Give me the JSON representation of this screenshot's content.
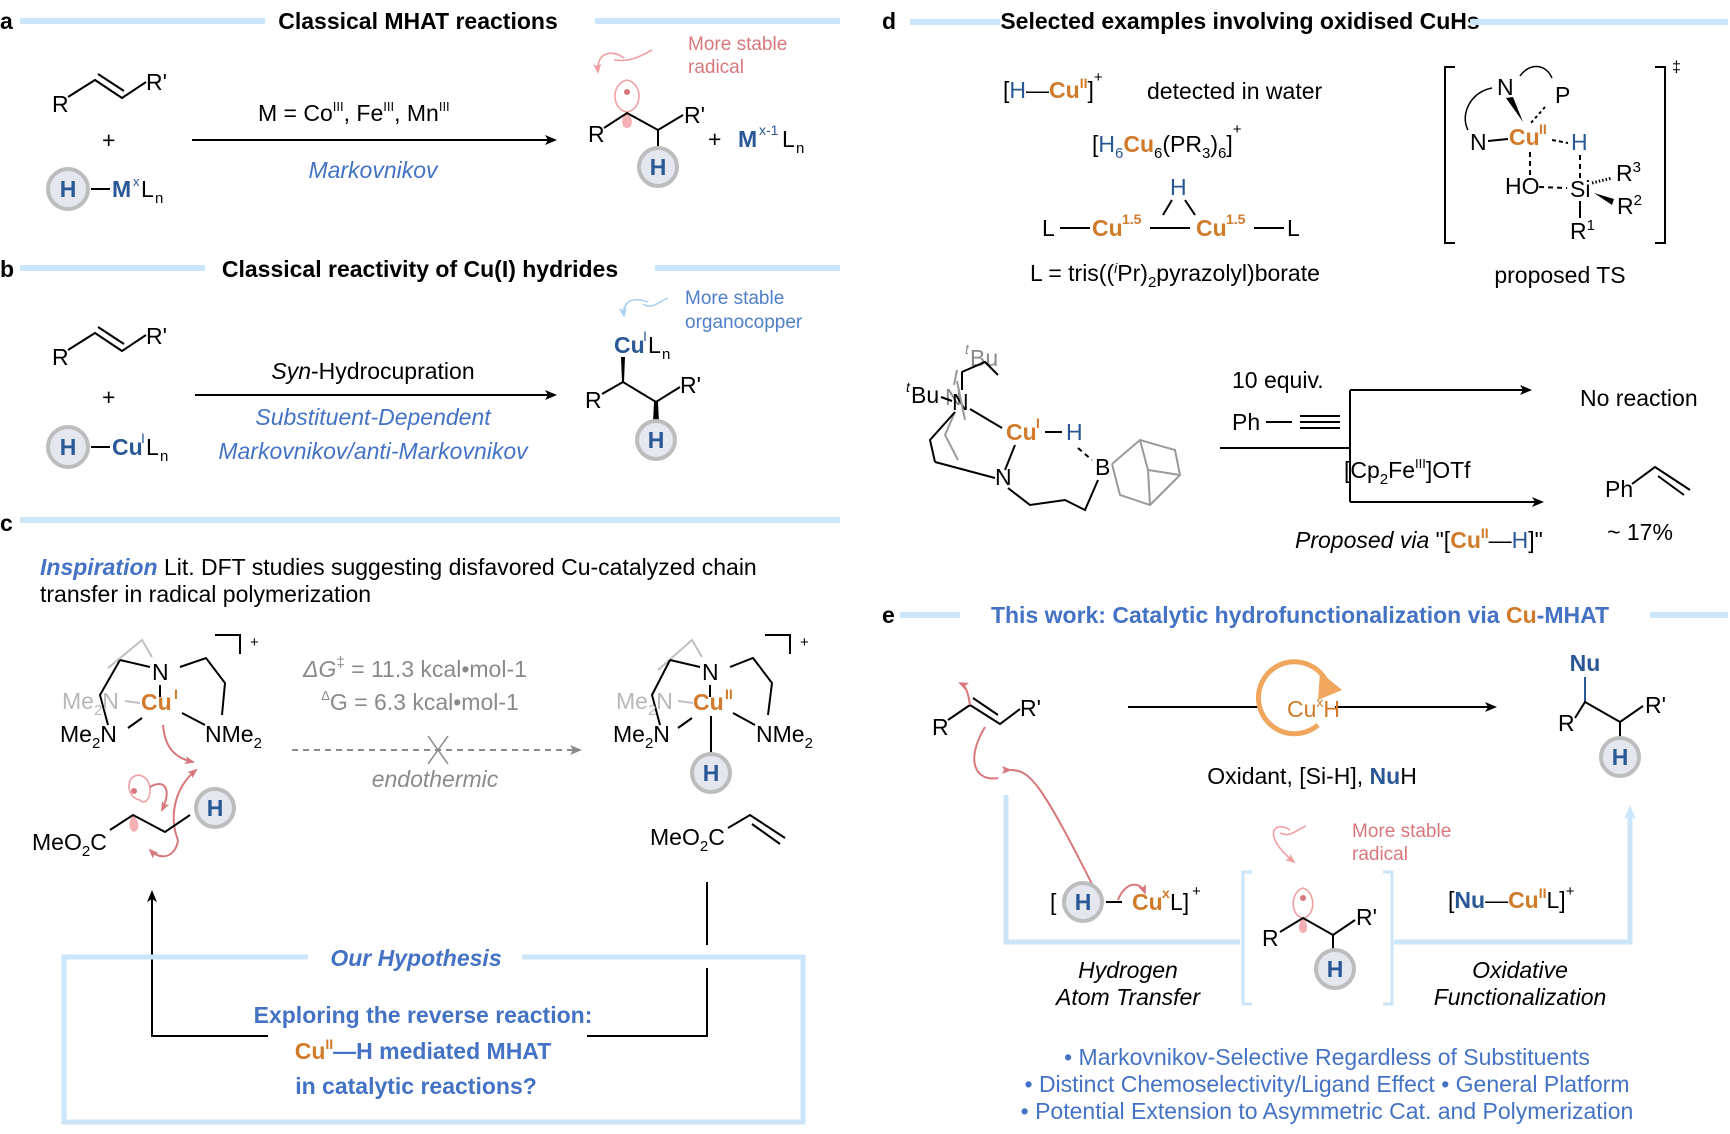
{
  "colors": {
    "rule": "#cbe5fa",
    "blue_text": "#4472c4",
    "dark_blue": "#2a5896",
    "copper": "#d07a2a",
    "radical_red": "#d8787d",
    "hydrogen_fill": "#e4e8ee",
    "hydrogen_stroke": "#bdbdbd"
  },
  "panel_a": {
    "letter": "a",
    "title": "Classical MHAT reactions",
    "reactant_R": "R",
    "reactant_Rp": "R'",
    "plus": "+",
    "H": "H",
    "metal_hydride": {
      "M": "M",
      "ox": "x",
      "L": "L",
      "n": "n"
    },
    "arrow_top": {
      "prefix": "M = Co",
      "co_ox": "III",
      "fe": ", Fe",
      "fe_ox": "III",
      "mn": ", Mn",
      "mn_ox": "III"
    },
    "arrow_bottom": "Markovnikov",
    "note_line1": "More stable",
    "note_line2": "radical",
    "product_R": "R",
    "product_Rp": "R'",
    "byproduct": {
      "plus": "+",
      "M": "M",
      "ox": "x-1",
      "L": "L",
      "n": "n"
    }
  },
  "panel_b": {
    "letter": "b",
    "title": "Classical reactivity of Cu(I) hydrides",
    "reactant_R": "R",
    "reactant_Rp": "R'",
    "plus": "+",
    "H": "H",
    "cu_hydride": {
      "Cu": "Cu",
      "ox": "I",
      "L": "L",
      "n": "n"
    },
    "arrow_top_italic": "Syn",
    "arrow_top_rest": "-Hydrocupration",
    "arrow_bottom1": "Substituent-Dependent",
    "arrow_bottom2": "Markovnikov/anti-Markovnikov",
    "note_line1": "More stable",
    "note_line2": "organocopper",
    "product_cu": {
      "Cu": "Cu",
      "ox": "I",
      "L": "L",
      "n": "n"
    },
    "product_R": "R",
    "product_Rp": "R'"
  },
  "panel_c": {
    "letter": "c",
    "inspiration_label": "Inspiration",
    "inspiration_text1": " Lit. DFT studies suggesting disfavored Cu-catalyzed chain",
    "inspiration_text2": "transfer in radical polymerization",
    "left_complex": {
      "N": "N",
      "Cu": "Cu",
      "ox": "I",
      "NMe2_left": "Me",
      "NMe2_right": "NMe",
      "back": "Me",
      "charge": "+"
    },
    "right_complex": {
      "N": "N",
      "Cu": "Cu",
      "ox": "II",
      "charge": "+"
    },
    "dG_ts": "ΔG",
    "dG_ts_sup": "‡",
    "dG_ts_value": " = 11.3 kcal•mol-1",
    "dG_value": "G = 6.3 kcal•mol-1",
    "dG_sup": "Δ",
    "endothermic": "endothermic",
    "ester_left": "MeO",
    "ester_right": "MeO",
    "H": "H",
    "hypothesis_title": "Our Hypothesis",
    "hypothesis_line1": "Exploring the reverse reaction:",
    "hypothesis_cu": "Cu",
    "hypothesis_ox": "II",
    "hypothesis_line2_rest": "—H mediated MHAT",
    "hypothesis_line3": "in catalytic reactions?"
  },
  "panel_d": {
    "letter": "d",
    "title": "Selected examples involving oxidised CuHs",
    "ex1": {
      "H": "H",
      "Cu": "Cu",
      "ox": "II",
      "charge": "+",
      "note": "detected in water"
    },
    "ex2": {
      "H6": "H",
      "Cu6": "Cu",
      "PR3": "(PR",
      "charge": "+"
    },
    "ex3": {
      "H": "H",
      "L": "L",
      "Cu": "Cu",
      "ox": "1.5"
    },
    "ligand_def": {
      "prefix": "L = tris((",
      "i": "i",
      "Pr": "Pr)",
      "sub2": "2",
      "suffix": "pyrazolyl)borate"
    },
    "ts": {
      "N1": "N",
      "P": "P",
      "N2": "N",
      "Cu": "Cu",
      "ox": "II",
      "H": "H",
      "HO": "HO",
      "Si": "Si",
      "R1": "R",
      "R2": "R",
      "R3": "R",
      "dagger": "‡",
      "caption": "proposed TS"
    },
    "complex": {
      "tBu1": "Bu",
      "tBu2": "Bu",
      "t": "t",
      "N": "N",
      "Cu": "Cu",
      "ox": "I",
      "H": "H",
      "B": "B"
    },
    "reagent_equiv": "10 equiv.",
    "reagent_ph": "Ph",
    "branch_top_result": "No reaction",
    "oxidant": {
      "prefix": "[Cp",
      "sub": "2",
      "Fe": "Fe",
      "ox": "III",
      "suffix": "]OTf"
    },
    "proposed_prefix": "Proposed via",
    "proposed_cu": "Cu",
    "proposed_ox": "II",
    "proposed_H": "H",
    "styrene_ph": "Ph",
    "yield": "~ 17%"
  },
  "panel_e": {
    "letter": "e",
    "title_prefix": "This work: Catalytic hydrofunctionalization via ",
    "title_cu": "Cu",
    "title_suffix": "-MHAT",
    "catalyst": {
      "Cu": "Cu",
      "ox": "x",
      "H": "H"
    },
    "conditions_prefix": "Oxidant, [Si-H], ",
    "conditions_nu": "Nu",
    "conditions_suffix": "H",
    "product_nu": "Nu",
    "alkene_R": "R",
    "alkene_Rp": "R'",
    "product_R": "R",
    "product_Rp": "R'",
    "H": "H",
    "cuh_species": {
      "Cu": "Cu",
      "ox": "x",
      "L": "L]",
      "charge": "+"
    },
    "radical_note1": "More stable",
    "radical_note2": "radical",
    "nucu_species": {
      "Nu": "Nu",
      "Cu": "Cu",
      "ox": "II",
      "L": "L]",
      "charge": "+"
    },
    "step1_line1": "Hydrogen",
    "step1_line2": "Atom Transfer",
    "step2_line1": "Oxidative",
    "step2_line2": "Functionalization",
    "bullets": [
      "• Markovnikov-Selective Regardless of Substituents",
      "• Distinct Chemoselectivity/Ligand Effect • General Platform",
      "• Potential Extension to Asymmetric Cat. and Polymerization"
    ]
  }
}
